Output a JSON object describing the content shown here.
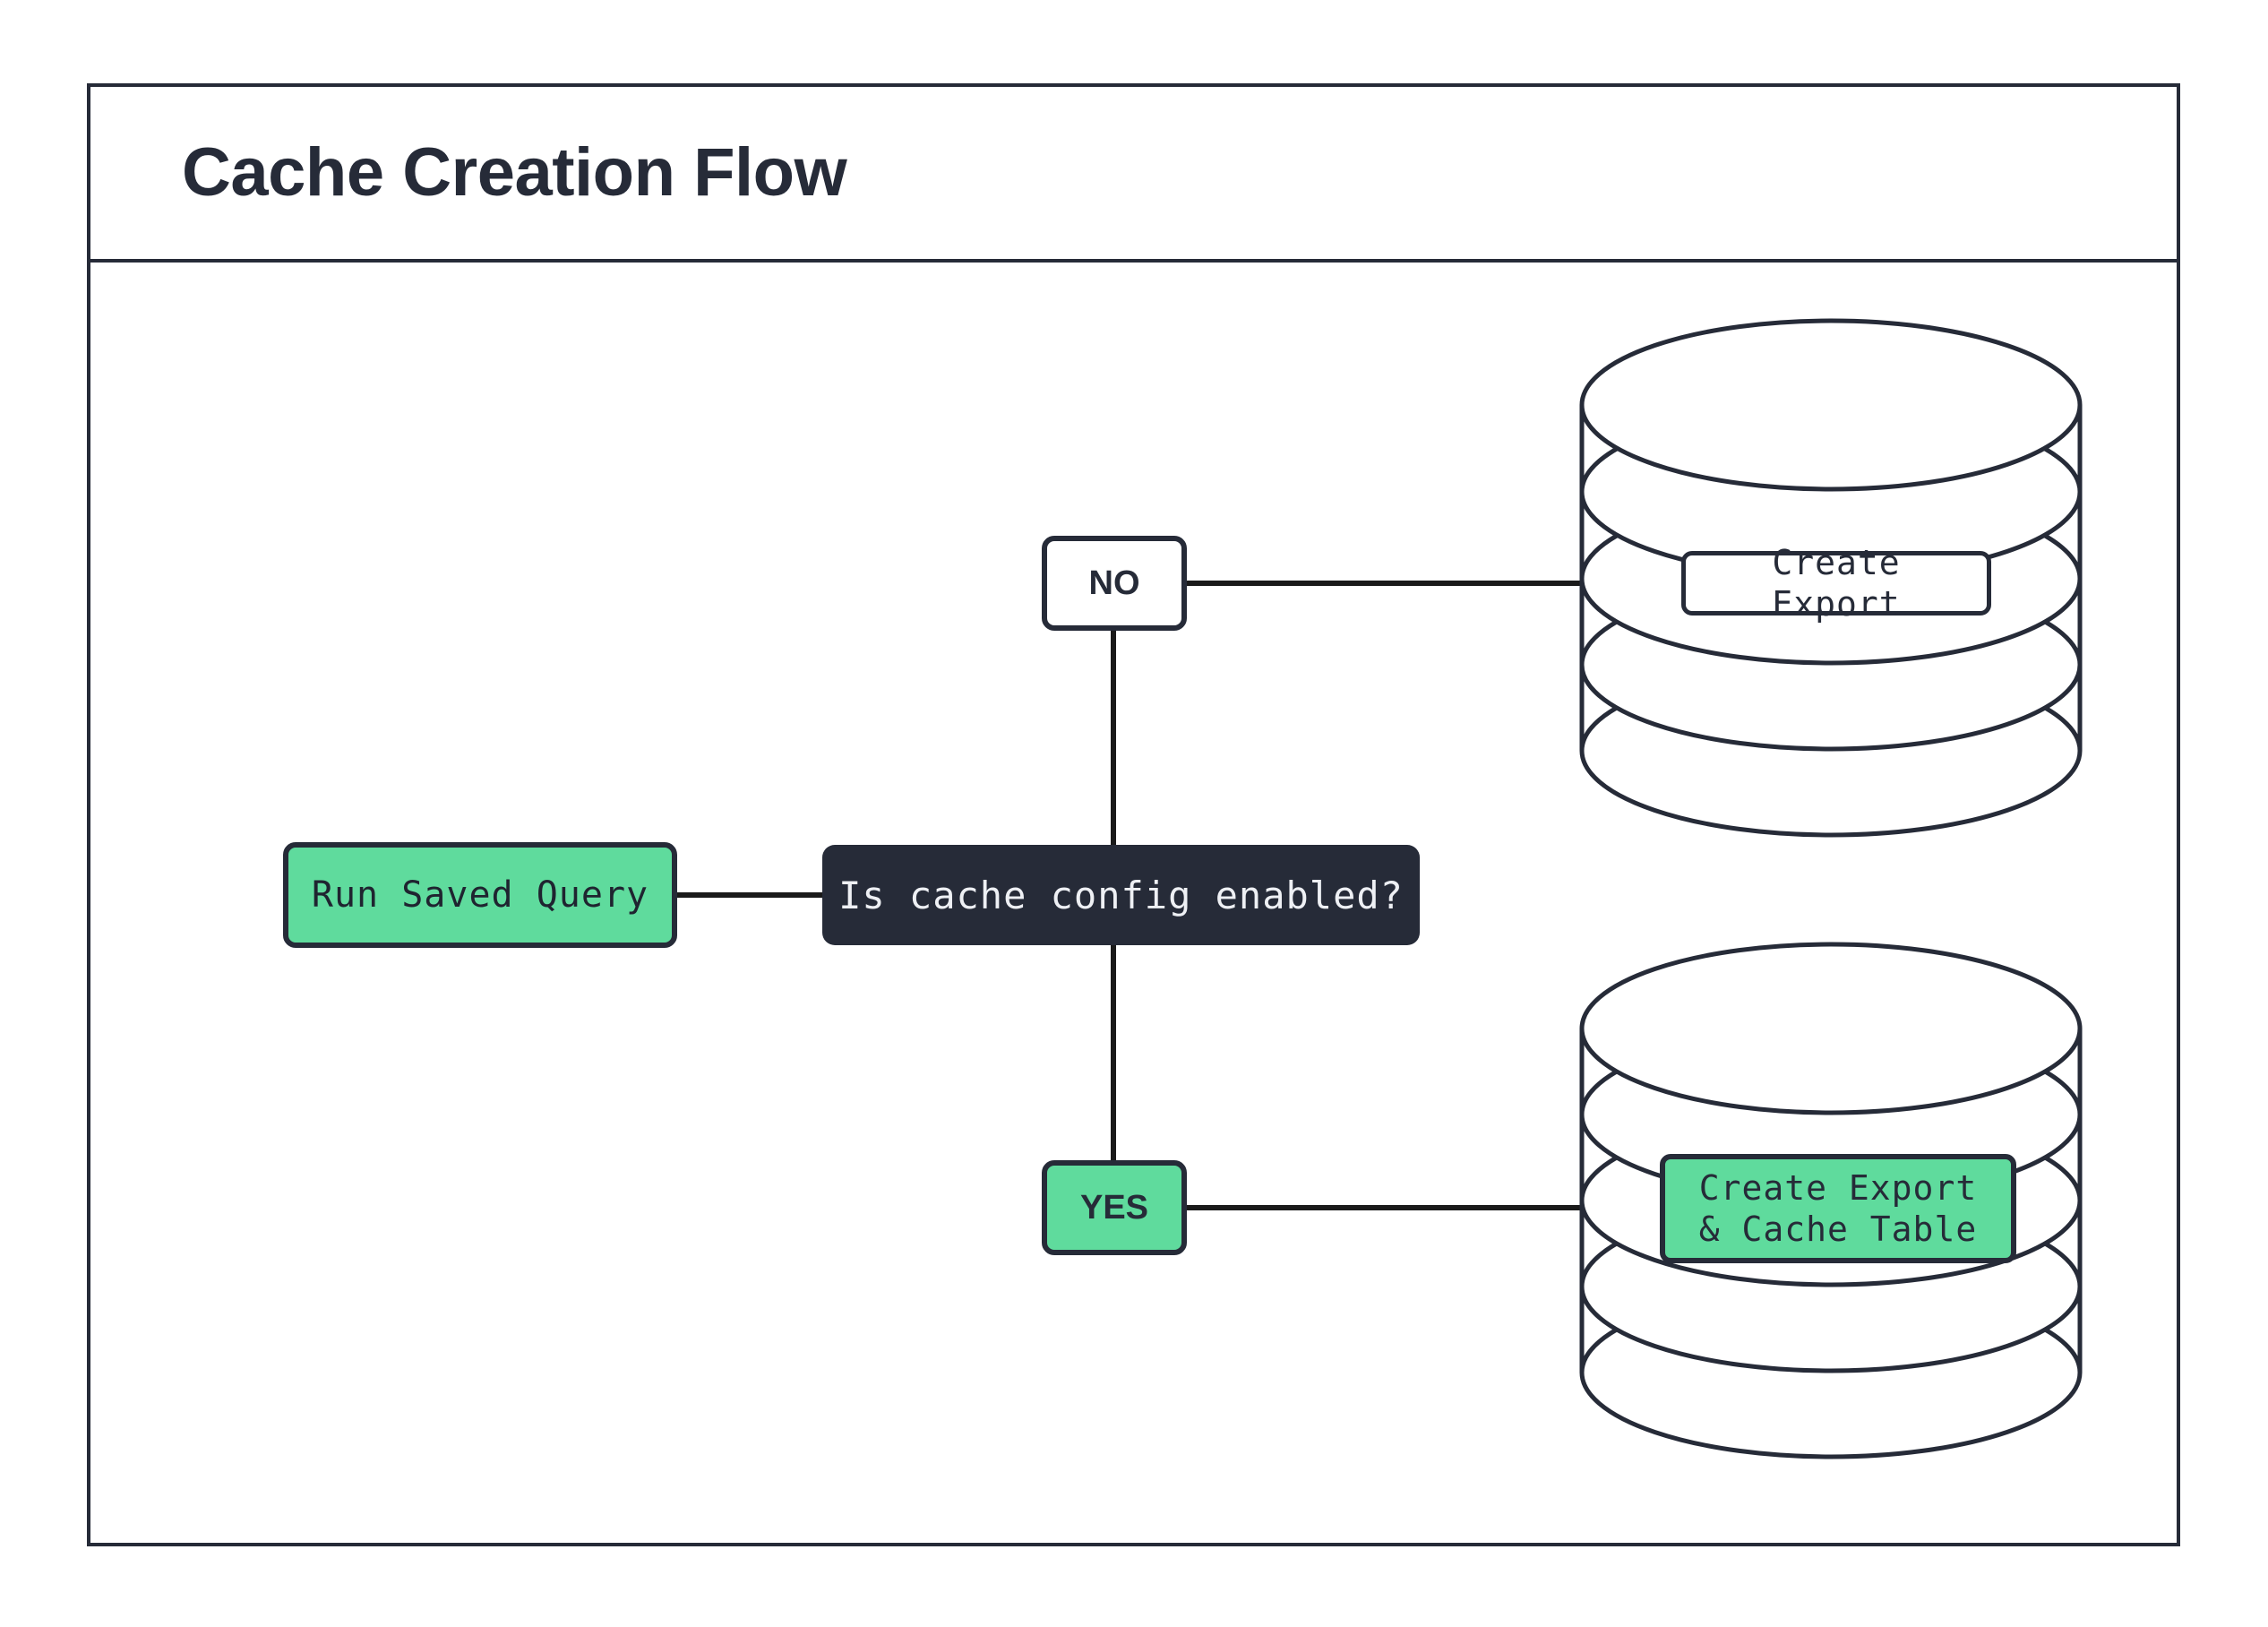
{
  "diagram": {
    "title": "Cache Creation Flow",
    "background_color": "#ffffff",
    "frame_border_color": "#262B38",
    "accent_green": "#5FDB9D",
    "dark_navy": "#262B38",
    "nodes": [
      {
        "id": "run-saved-query",
        "label": "Run Saved Query",
        "shape": "rounded-rect",
        "fill": "#5FDB9D",
        "text_color": "#1F2430"
      },
      {
        "id": "is-cache-config-enabled",
        "label": "Is cache config enabled?",
        "shape": "rounded-rect",
        "fill": "#262B38",
        "text_color": "#EEF0F4"
      },
      {
        "id": "create-export",
        "label": "Create Export",
        "shape": "database-cylinder",
        "fill": "#ffffff",
        "text_color": "#262B38"
      },
      {
        "id": "create-export-and-cache-table",
        "label_line_1": "Create Export",
        "label_line_2": "& Cache Table",
        "shape": "database-cylinder",
        "fill": "#5FDB9D",
        "text_color": "#262B38"
      }
    ],
    "edge_labels": {
      "no": "NO",
      "yes": "YES"
    }
  }
}
